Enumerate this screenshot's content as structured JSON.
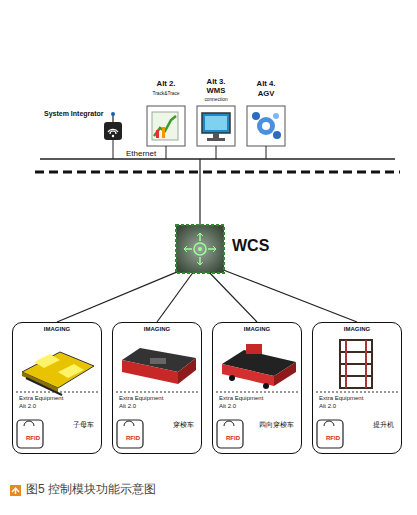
{
  "diagram": {
    "caption": "图5 控制模块功能示意图",
    "nodes": [
      {
        "text": [
          "Alt 2.",
          "Track&Trace"
        ]
      },
      {
        "text": [
          "Alt 3.",
          "WMS",
          "connection"
        ]
      },
      {
        "text": [
          "Alt 4.",
          "AGV"
        ]
      },
      {
        "text": [
          "WCS"
        ]
      },
      {
        "text": [
          "IMAGING",
          "Extra Equipment",
          "Alt 2.0",
          "子母车",
          "RFID"
        ]
      },
      {
        "text": [
          "IMAGING",
          "Extra Equipment",
          "Alt 2.0",
          "穿梭车",
          "RFID"
        ]
      },
      {
        "text": [
          "IMAGING",
          "Extra Equipment",
          "Alt 2.0",
          "四向穿梭车",
          "RFID"
        ]
      },
      {
        "text": [
          "IMAGING",
          "Extra Equipment",
          "Alt 2.0",
          "提升机",
          "RFID"
        ]
      }
    ],
    "edges": [
      {
        "from": 3,
        "to": 4,
        "arrow": "none"
      },
      {
        "from": 3,
        "to": 5,
        "arrow": "none"
      },
      {
        "from": 3,
        "to": 6,
        "arrow": "none"
      },
      {
        "from": 3,
        "to": 7,
        "arrow": "none"
      }
    ],
    "labels": [
      "System Integrator",
      "Ethernet"
    ]
  }
}
